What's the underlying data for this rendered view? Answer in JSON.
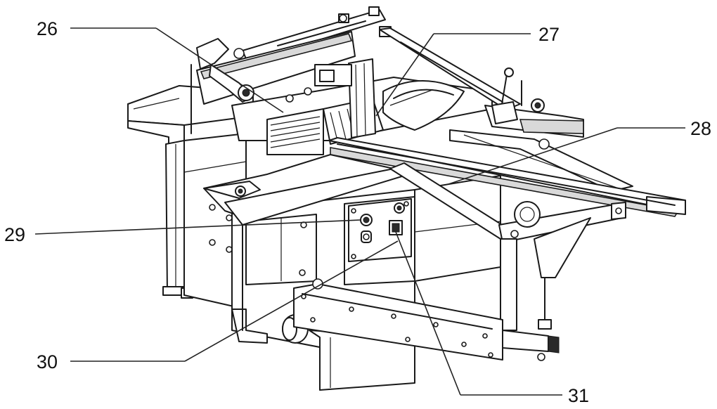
{
  "diagram": {
    "callouts": [
      {
        "id": "c26",
        "label": "26"
      },
      {
        "id": "c27",
        "label": "27"
      },
      {
        "id": "c28",
        "label": "28"
      },
      {
        "id": "c29",
        "label": "29"
      },
      {
        "id": "c30",
        "label": "30"
      },
      {
        "id": "c31",
        "label": "31"
      }
    ]
  },
  "colors": {
    "line": "#1a1a1a",
    "background": "#ffffff",
    "shade": "#d9d9d9"
  }
}
